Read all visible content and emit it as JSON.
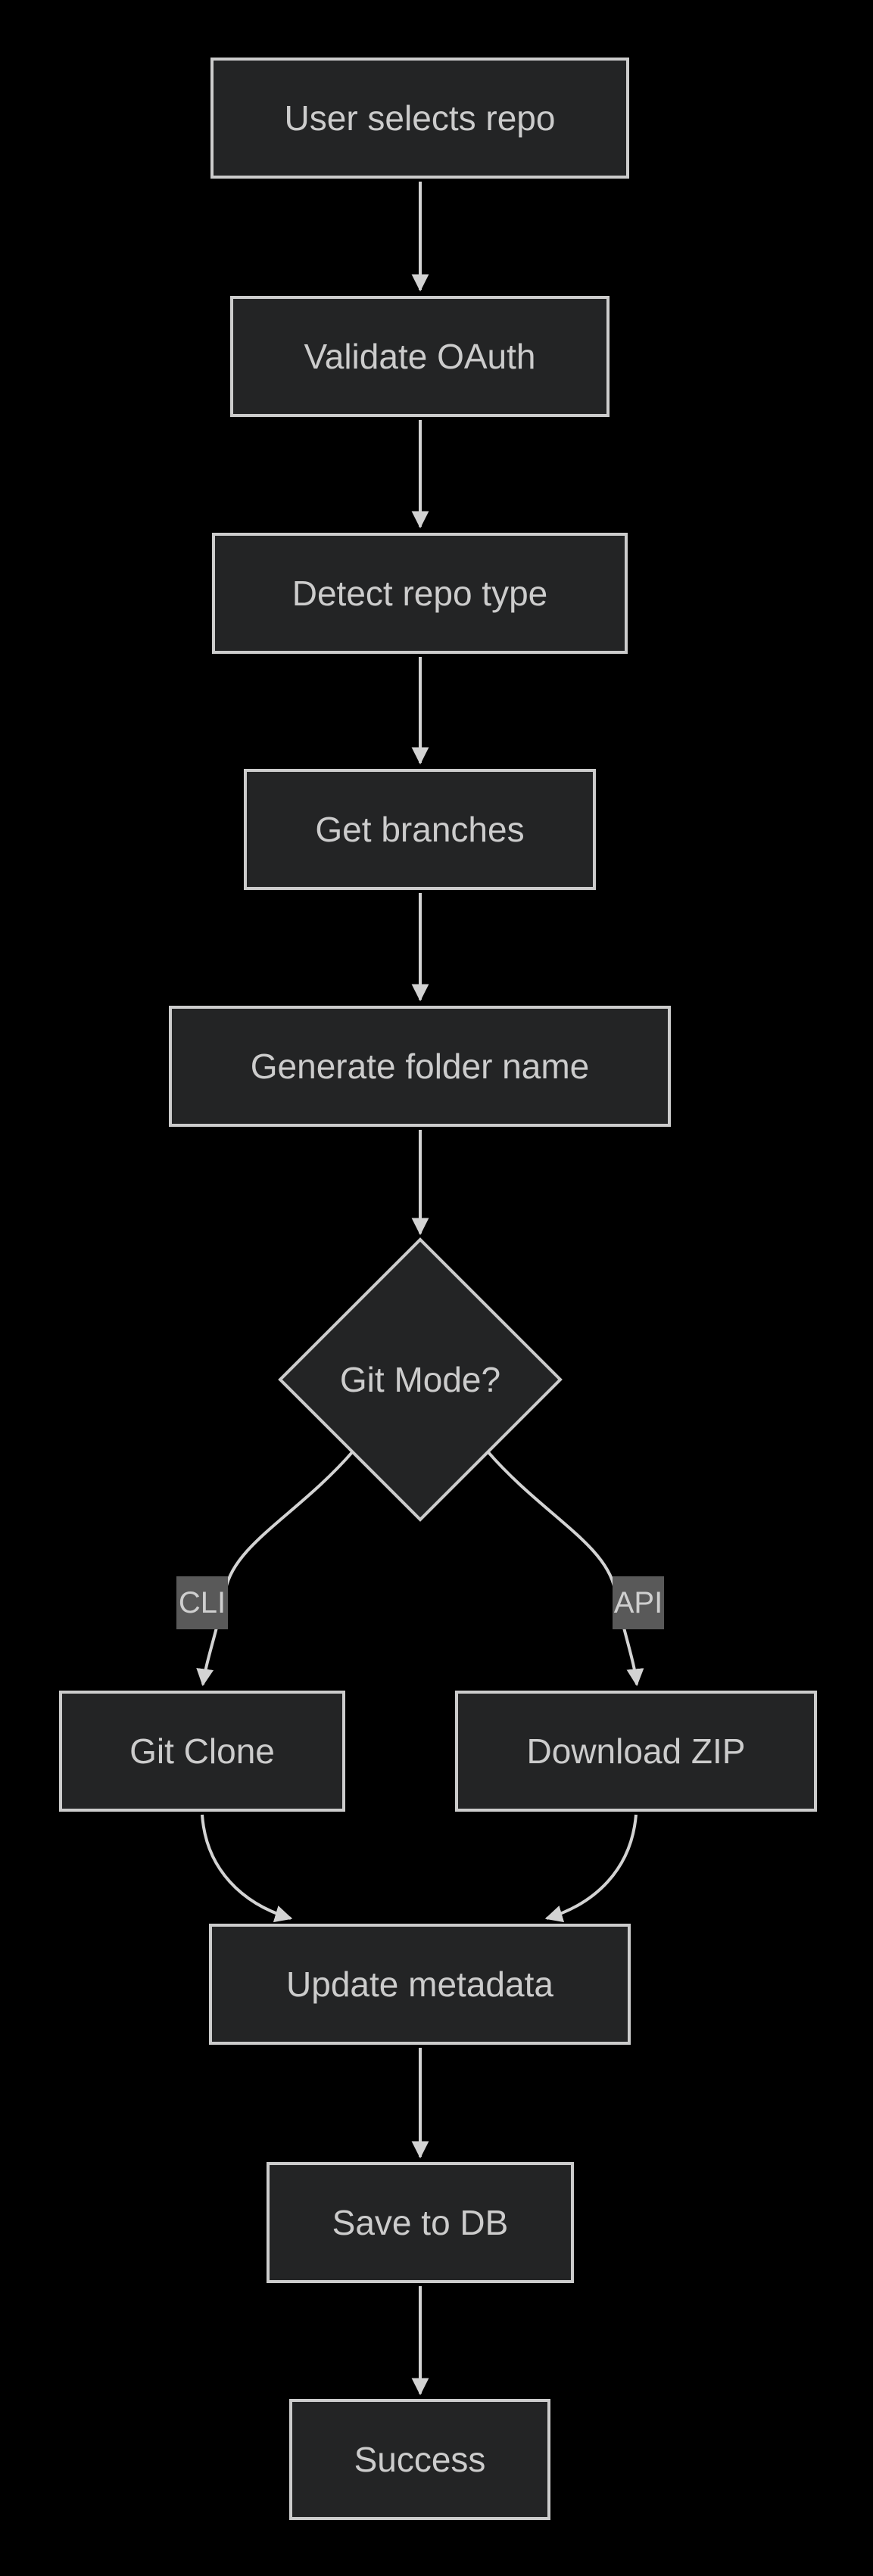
{
  "diagram": {
    "type": "flowchart",
    "direction": "top-down",
    "background": "#000000",
    "colors": {
      "node_fill": "#232425",
      "node_border": "#cccccc",
      "node_text": "#cccccc",
      "edge_line": "#d3d3d3",
      "edge_label_bg": "#595959",
      "edge_label_text": "#cfcfcf"
    },
    "nodes": [
      {
        "id": "A",
        "label": "User selects repo",
        "shape": "rectangle"
      },
      {
        "id": "B",
        "label": "Validate OAuth",
        "shape": "rectangle"
      },
      {
        "id": "C",
        "label": "Detect repo type",
        "shape": "rectangle"
      },
      {
        "id": "D",
        "label": "Get branches",
        "shape": "rectangle"
      },
      {
        "id": "E",
        "label": "Generate folder name",
        "shape": "rectangle"
      },
      {
        "id": "F",
        "label": "Git Mode?",
        "shape": "diamond"
      },
      {
        "id": "G",
        "label": "Git Clone",
        "shape": "rectangle"
      },
      {
        "id": "H",
        "label": "Download ZIP",
        "shape": "rectangle"
      },
      {
        "id": "I",
        "label": "Update metadata",
        "shape": "rectangle"
      },
      {
        "id": "J",
        "label": "Save to DB",
        "shape": "rectangle"
      },
      {
        "id": "K",
        "label": "Success",
        "shape": "rectangle"
      }
    ],
    "edges": [
      {
        "from": "User selects repo",
        "to": "Validate OAuth",
        "label": ""
      },
      {
        "from": "Validate OAuth",
        "to": "Detect repo type",
        "label": ""
      },
      {
        "from": "Detect repo type",
        "to": "Get branches",
        "label": ""
      },
      {
        "from": "Get branches",
        "to": "Generate folder name",
        "label": ""
      },
      {
        "from": "Generate folder name",
        "to": "Git Mode?",
        "label": ""
      },
      {
        "from": "Git Mode?",
        "to": "Git Clone",
        "label": "CLI"
      },
      {
        "from": "Git Mode?",
        "to": "Download ZIP",
        "label": "API"
      },
      {
        "from": "Git Clone",
        "to": "Update metadata",
        "label": ""
      },
      {
        "from": "Download ZIP",
        "to": "Update metadata",
        "label": ""
      },
      {
        "from": "Update metadata",
        "to": "Save to DB",
        "label": ""
      },
      {
        "from": "Save to DB",
        "to": "Success",
        "label": ""
      }
    ]
  }
}
